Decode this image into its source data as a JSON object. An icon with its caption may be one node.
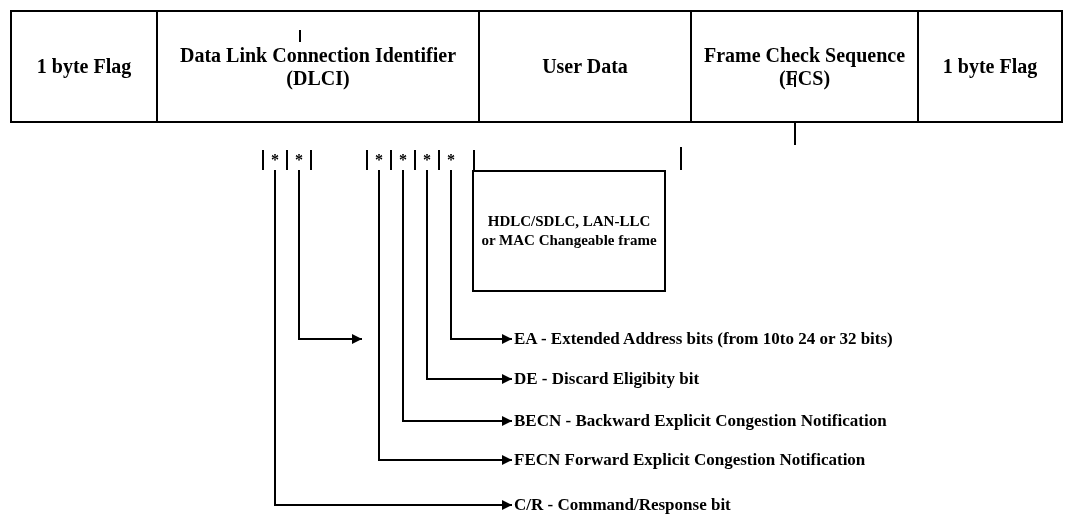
{
  "diagram": {
    "nodes": [
      {
        "text": [
          "1 byte Flag"
        ]
      },
      {
        "text": [
          "Data Link Connection Identifier (DLCI)"
        ]
      },
      {
        "text": [
          "User Data"
        ]
      },
      {
        "text": [
          "Frame Check Sequence (FCS)"
        ]
      },
      {
        "text": [
          "1 byte Flag"
        ]
      },
      {
        "text": [
          "*"
        ]
      },
      {
        "text": [
          "*"
        ]
      },
      {
        "text": [
          "*"
        ]
      },
      {
        "text": [
          "*"
        ]
      },
      {
        "text": [
          "*"
        ]
      },
      {
        "text": [
          "*"
        ]
      },
      {
        "text": [
          "HDLC/SDLC, LAN-LLC or MAC Changeable frame"
        ]
      },
      {
        "text": [
          "EA - Extended Address bits (from 10to 24 or 32 bits)"
        ]
      },
      {
        "text": [
          "DE - Discard Eligibity bit"
        ]
      },
      {
        "text": [
          "BECN - Backward Explicit Congestion Notification"
        ]
      },
      {
        "text": [
          "FECN Forward Explicit Congestion Notification"
        ]
      },
      {
        "text": [
          "C/R - Command/Response bit"
        ]
      }
    ],
    "edges": [
      {
        "from": 6,
        "to": null,
        "arrow": "to"
      },
      {
        "from": 10,
        "to": 12,
        "arrow": "to"
      },
      {
        "from": 9,
        "to": 13,
        "arrow": "to"
      },
      {
        "from": 8,
        "to": 14,
        "arrow": "to"
      },
      {
        "from": 7,
        "to": 15,
        "arrow": "to"
      },
      {
        "from": 5,
        "to": 16,
        "arrow": "to"
      }
    ]
  }
}
